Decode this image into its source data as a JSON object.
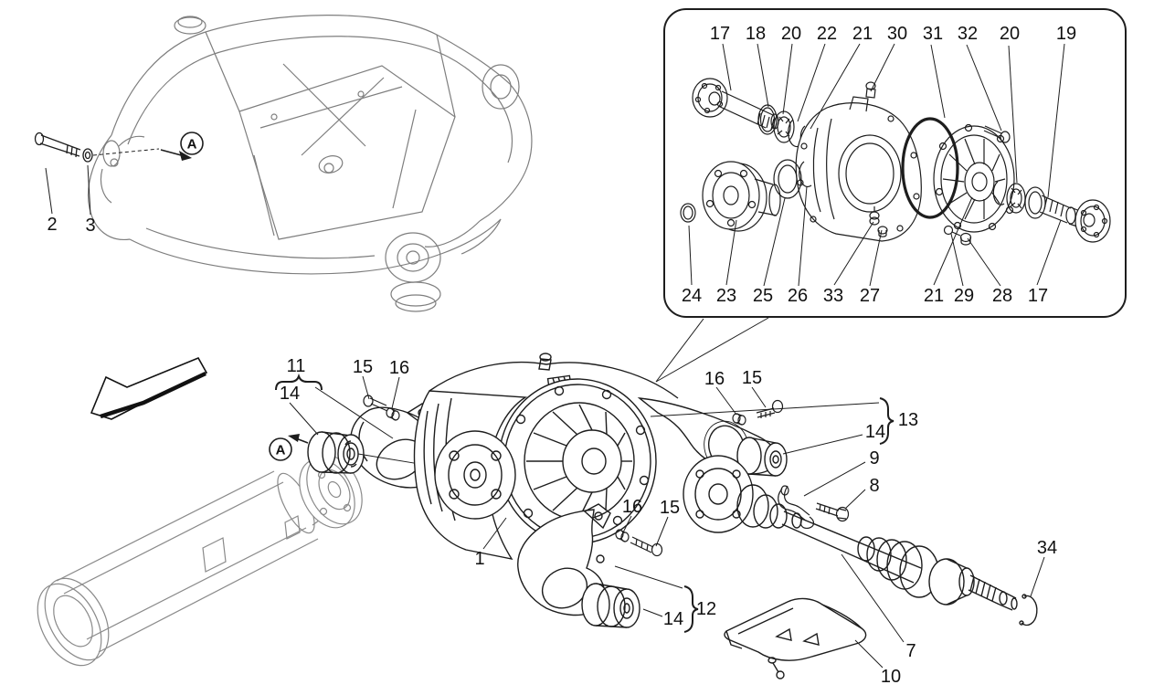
{
  "document": {
    "kind": "exploded-parts-diagram",
    "subject": "Rear differential, axle shafts and subframe mounting",
    "sheet_background": "#ffffff"
  },
  "colors": {
    "primary_line": "#1d1d1d",
    "secondary_line": "#7e7e7e",
    "label_text": "#111111",
    "inset_border": "#1d1d1d"
  },
  "callouts": {
    "inset_top": [
      "17",
      "18",
      "20",
      "22",
      "21",
      "30",
      "31",
      "32",
      "20",
      "19"
    ],
    "inset_bottom": [
      "24",
      "23",
      "25",
      "26",
      "33",
      "27",
      "21",
      "29",
      "28",
      "17"
    ],
    "subframe": {
      "bolt": "2",
      "washer": "3",
      "view_marker": "A"
    },
    "main": {
      "group_left": "11",
      "bushing_left": "14",
      "bolt_left": "15",
      "nut_left": "16",
      "view_marker": "A",
      "nut_mid": "16",
      "bolt_mid": "15",
      "group_right": "13",
      "bushing_right": "14",
      "link": "9",
      "link_bolt": "8",
      "differential": "1",
      "nut_lower": "16",
      "bolt_lower": "15",
      "group_lower": "12",
      "bushing_lower": "14",
      "axle_shaft": "7",
      "heat_shield": "10",
      "snap_ring": "34"
    }
  }
}
